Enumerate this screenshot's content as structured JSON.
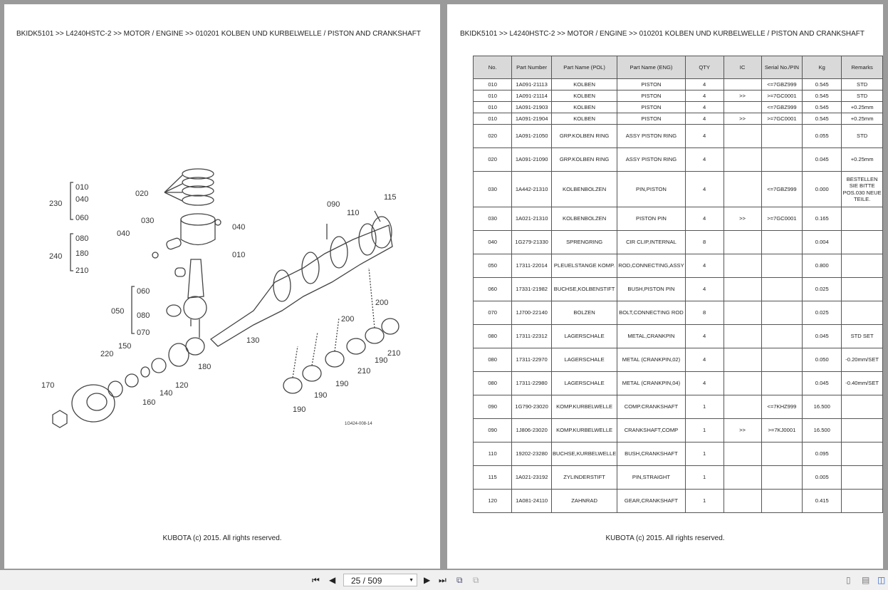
{
  "breadcrumb": "BKIDK5101 >> L4240HSTC-2 >> MOTOR / ENGINE >> 010201   KOLBEN UND KURBELWELLE / PISTON AND CRANKSHAFT",
  "footer": "KUBOTA (c) 2015. All rights reserved.",
  "diagram": {
    "code": "1G424-008-14",
    "callouts": [
      "010",
      "040",
      "060",
      "230",
      "080",
      "180",
      "210",
      "240",
      "020",
      "030",
      "040",
      "010",
      "040",
      "060",
      "050",
      "080",
      "070",
      "090",
      "110",
      "115",
      "130",
      "200",
      "200",
      "190",
      "210",
      "210",
      "190",
      "190",
      "190",
      "180",
      "120",
      "140",
      "150",
      "160",
      "170",
      "220"
    ]
  },
  "table": {
    "headers": [
      "No.",
      "Part Number",
      "Part Name (POL)",
      "Part Name (ENG)",
      "QTY",
      "IC",
      "Serial No./PIN",
      "Kg",
      "Remarks"
    ],
    "rows": [
      {
        "h": "s",
        "c": [
          "010",
          "1A091-21113",
          "KOLBEN",
          "PISTON",
          "4",
          "",
          "<=7GBZ999",
          "0.545",
          "STD"
        ]
      },
      {
        "h": "s",
        "c": [
          "010",
          "1A091-21114",
          "KOLBEN",
          "PISTON",
          "4",
          ">>",
          ">=7GC0001",
          "0.545",
          "STD"
        ]
      },
      {
        "h": "s",
        "c": [
          "010",
          "1A091-21903",
          "KOLBEN",
          "PISTON",
          "4",
          "",
          "<=7GBZ999",
          "0.545",
          "+0.25mm"
        ]
      },
      {
        "h": "s",
        "c": [
          "010",
          "1A091-21904",
          "KOLBEN",
          "PISTON",
          "4",
          ">>",
          ">=7GC0001",
          "0.545",
          "+0.25mm"
        ]
      },
      {
        "h": "m",
        "c": [
          "020",
          "1A091-21050",
          "GRP.KOLBEN RING",
          "ASSY PISTON RING",
          "4",
          "",
          "",
          "0.055",
          "STD"
        ]
      },
      {
        "h": "m",
        "c": [
          "020",
          "1A091-21090",
          "GRP.KOLBEN RING",
          "ASSY PISTON RING",
          "4",
          "",
          "",
          "0.045",
          "+0.25mm"
        ]
      },
      {
        "h": "l",
        "c": [
          "030",
          "1A442-21310",
          "KOLBENBOLZEN",
          "PIN,PISTON",
          "4",
          "",
          "<=7GBZ999",
          "0.000",
          "BESTELLEN SIE BITTE POS.030 NEUE TEILE."
        ]
      },
      {
        "h": "m",
        "c": [
          "030",
          "1A021-21310",
          "KOLBENBOLZEN",
          "PISTON PIN",
          "4",
          ">>",
          ">=7GC0001",
          "0.165",
          ""
        ]
      },
      {
        "h": "m",
        "c": [
          "040",
          "1G279-21330",
          "SPRENGRING",
          "CIR CLIP,INTERNAL",
          "8",
          "",
          "",
          "0.004",
          ""
        ]
      },
      {
        "h": "m",
        "c": [
          "050",
          "17311-22014",
          "PLEUELSTANGE KOMP.",
          "ROD,CONNECTING,ASSY",
          "4",
          "",
          "",
          "0.800",
          ""
        ]
      },
      {
        "h": "m",
        "c": [
          "060",
          "17331-21982",
          "BUCHSE,KOLBENSTIFT",
          "BUSH,PISTON PIN",
          "4",
          "",
          "",
          "0.025",
          ""
        ]
      },
      {
        "h": "m",
        "c": [
          "070",
          "1J700-22140",
          "BOLZEN",
          "BOLT,CONNECTING ROD",
          "8",
          "",
          "",
          "0.025",
          ""
        ]
      },
      {
        "h": "m",
        "c": [
          "080",
          "17311-22312",
          "LAGERSCHALE",
          "METAL,CRANKPIN",
          "4",
          "",
          "",
          "0.045",
          "STD SET"
        ]
      },
      {
        "h": "m",
        "c": [
          "080",
          "17311-22970",
          "LAGERSCHALE",
          "METAL (CRANKPIN,02)",
          "4",
          "",
          "",
          "0.050",
          "-0.20mm/SET"
        ]
      },
      {
        "h": "m",
        "c": [
          "080",
          "17311-22980",
          "LAGERSCHALE",
          "METAL (CRANKPIN,04)",
          "4",
          "",
          "",
          "0.045",
          "-0.40mm/SET"
        ]
      },
      {
        "h": "m",
        "c": [
          "090",
          "1G790-23020",
          "KOMP.KURBELWELLE",
          "COMP.CRANKSHAFT",
          "1",
          "",
          "<=7KHZ999",
          "16.500",
          ""
        ]
      },
      {
        "h": "m",
        "c": [
          "090",
          "1J806-23020",
          "KOMP.KURBELWELLE",
          "CRANKSHAFT,COMP",
          "1",
          ">>",
          ">=7KJ0001",
          "16.500",
          ""
        ]
      },
      {
        "h": "m",
        "c": [
          "110",
          "19202-23280",
          "BUCHSE,KURBELWELLE",
          "BUSH,CRANKSHAFT",
          "1",
          "",
          "",
          "0.095",
          ""
        ]
      },
      {
        "h": "m",
        "c": [
          "115",
          "1A021-23192",
          "ZYLINDERSTIFT",
          "PIN,STRAIGHT",
          "1",
          "",
          "",
          "0.005",
          ""
        ]
      },
      {
        "h": "m",
        "c": [
          "120",
          "1A081-24110",
          "ZAHNRAD",
          "GEAR,CRANKSHAFT",
          "1",
          "",
          "",
          "0.415",
          ""
        ]
      }
    ]
  },
  "toolbar": {
    "page_value": "25 / 509"
  }
}
